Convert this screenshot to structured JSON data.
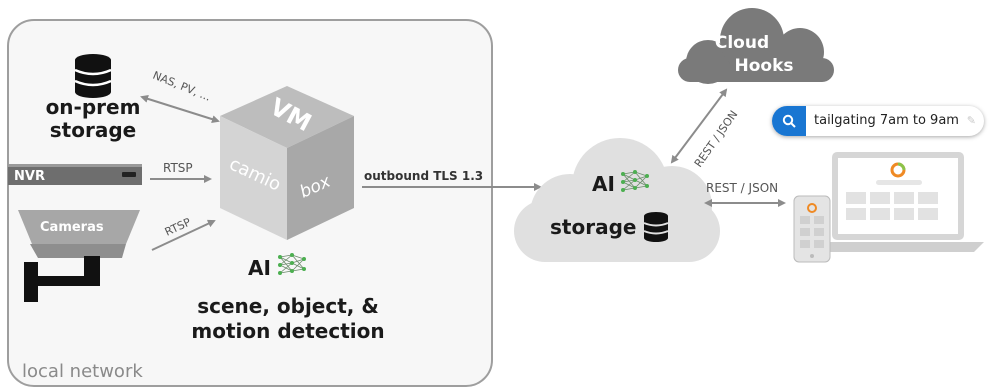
{
  "labels": {
    "storage": [
      "on-prem",
      "storage"
    ],
    "nas_arrow": "NAS, PV, ...",
    "nvr": "NVR",
    "rtsp_top": "RTSP",
    "rtsp_bottom": "RTSP",
    "cameras": "Cameras",
    "vm": "VM",
    "camio": "camio",
    "box": "box",
    "ai_local": "AI",
    "detection": [
      "scene, object, &",
      "motion detection"
    ],
    "local_network": "local network",
    "outbound": "outbound TLS 1.3",
    "cloud_hooks": [
      "Cloud",
      "Hooks"
    ],
    "rest_json_vertical": "REST / JSON",
    "rest_json_horizontal": "REST / JSON",
    "ai_cloud": "AI",
    "storage_cloud": "storage"
  },
  "search": {
    "query": "tailgating 7am to 9am"
  },
  "colors": {
    "box_border": "#9e9e9e",
    "arrow": "#8c8c8c",
    "cloud_dark": "#7a7a7a",
    "cloud_light": "#e0e0e0",
    "cube_top": "#bdbdbd",
    "cube_left": "#d4d4d4",
    "cube_right": "#a8a8a8",
    "search_accent": "#1976d2",
    "text_dark": "#1a1a1a"
  },
  "icons": [
    "database-icon",
    "neural-network-icon",
    "search-icon",
    "pin-icon",
    "camio-logo-icon"
  ]
}
